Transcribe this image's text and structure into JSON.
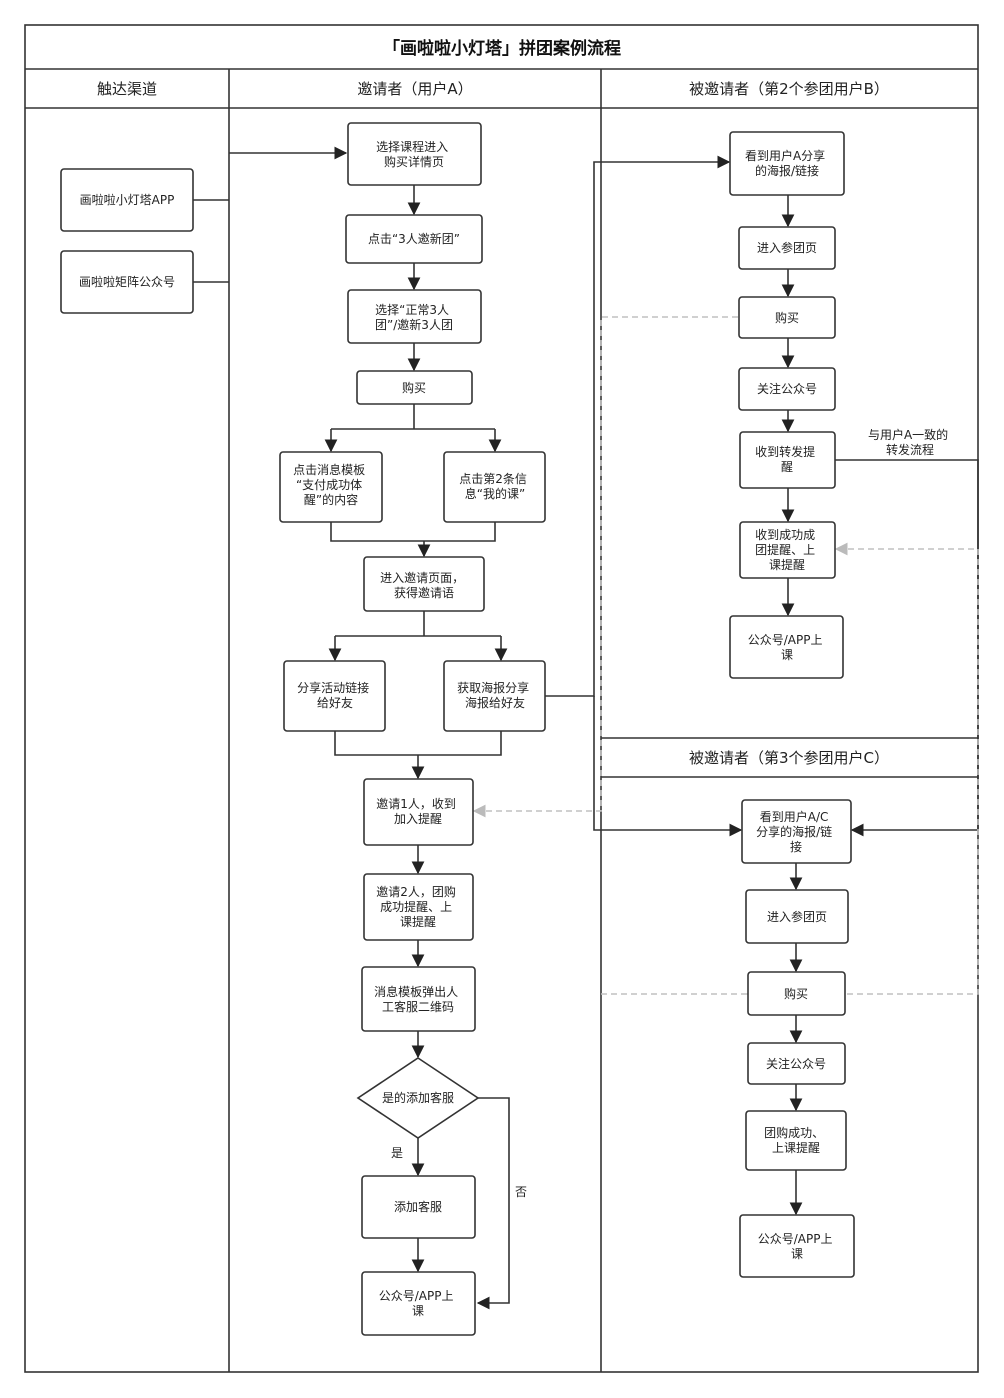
{
  "title": "「画啦啦小灯塔」拼团案例流程",
  "lanes": {
    "channel": "触达渠道",
    "inviter": "邀请者（用户A）",
    "invitee_b": "被邀请者（第2个参团用户B）",
    "invitee_c": "被邀请者（第3个参团用户C）"
  },
  "nodes": {
    "app": [
      "画啦啦小灯塔APP"
    ],
    "official_account": [
      "画啦啦矩阵公众号"
    ],
    "a_select_course": [
      "选择课程进入",
      "购买详情页"
    ],
    "a_click_new_group": [
      "点击“3人邀新团”"
    ],
    "a_choose_group": [
      "选择“正常3人",
      "团”/邀新3人团"
    ],
    "a_buy": [
      "购买"
    ],
    "a_click_template": [
      "点击消息模板",
      "“支付成功体",
      "醒”的内容"
    ],
    "a_click_second_msg": [
      "点击第2条信",
      "息“我的课”"
    ],
    "a_invite_page": [
      "进入邀请页面，",
      "获得邀请语"
    ],
    "a_share_link": [
      "分享活动链接",
      "给好友"
    ],
    "a_get_poster": [
      "获取海报分享",
      "海报给好友"
    ],
    "a_invite_1": [
      "邀请1人，收到",
      "加入提醒"
    ],
    "a_invite_2": [
      "邀请2人，团购",
      "成功提醒、上",
      "课提醒"
    ],
    "a_template_qr": [
      "消息模板弹出人",
      "工客服二维码"
    ],
    "a_decision": [
      "是的添加客服"
    ],
    "a_add_service": [
      "添加客服"
    ],
    "a_class": [
      "公众号/APP上",
      "课"
    ],
    "b_see_share": [
      "看到用户A分享",
      "的海报/链接"
    ],
    "b_join_page": [
      "进入参团页"
    ],
    "b_buy": [
      "购买"
    ],
    "b_follow": [
      "关注公众号"
    ],
    "b_forward_reminder": [
      "收到转发提",
      "醒"
    ],
    "b_success_reminder": [
      "收到成功成",
      "团提醒、上",
      "课提醒"
    ],
    "b_class": [
      "公众号/APP上",
      "课"
    ],
    "c_see_share": [
      "看到用户A/C",
      "分享的海报/链",
      "接"
    ],
    "c_join_page": [
      "进入参团页"
    ],
    "c_buy": [
      "购买"
    ],
    "c_follow": [
      "关注公众号"
    ],
    "c_success": [
      "团购成功、",
      "上课提醒"
    ],
    "c_class": [
      "公众号/APP上",
      "课"
    ]
  },
  "labels": {
    "yes": "是",
    "no": "否",
    "same_flow": [
      "与用户A一致的",
      "转发流程"
    ]
  },
  "colors": {
    "line": "#333333",
    "dashed": "#c0c0c0",
    "box_fill": "#ffffff"
  }
}
